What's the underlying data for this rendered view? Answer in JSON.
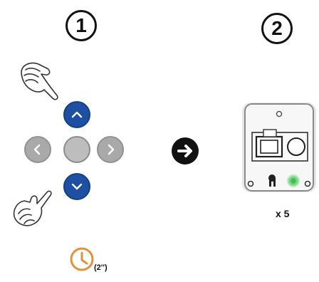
{
  "steps": [
    {
      "number": "1"
    },
    {
      "number": "2"
    }
  ],
  "repeat_label": "x 5",
  "duration_label": "(2'')",
  "colors": {
    "button_active": "#1d4fa3",
    "button_inactive": "#a9a9a9",
    "timer": "#e0923d",
    "led": "#39c34a"
  },
  "icons": [
    "pointing-hand-icon",
    "chevron-up-icon",
    "chevron-down-icon",
    "chevron-left-icon",
    "chevron-right-icon",
    "arrow-right-icon",
    "clock-icon",
    "device-icon"
  ]
}
